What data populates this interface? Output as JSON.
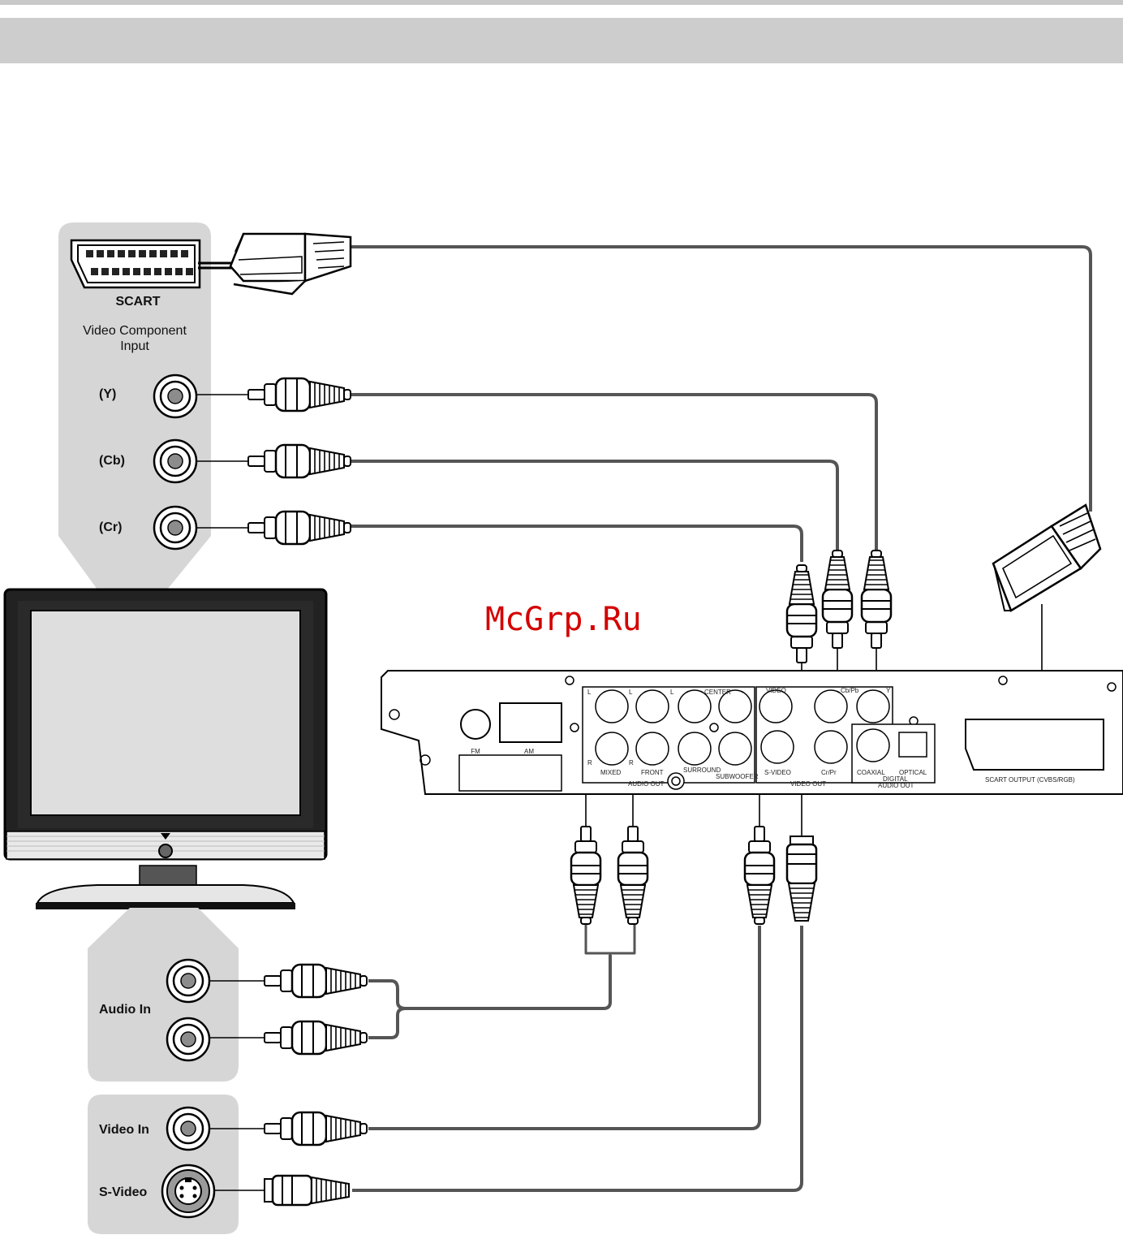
{
  "watermark": "McGrp.Ru",
  "tv_panel": {
    "scart_label": "SCART",
    "component_title_line1": "Video Component",
    "component_title_line2": "Input",
    "y_label": "(Y)",
    "cb_label": "(Cb)",
    "cr_label": "(Cr)"
  },
  "audio_panel": {
    "label": "Audio In"
  },
  "video_panel": {
    "video_in_label": "Video In",
    "svideo_label": "S-Video"
  },
  "player": {
    "fm": "FM",
    "am": "AM",
    "audio_out_top_l1": "L",
    "audio_out_top_l2": "L",
    "audio_out_top_l3": "L",
    "center": "CENTER",
    "r_left": "R",
    "r_mid": "R",
    "mixed": "MIXED",
    "front": "FRONT",
    "surround": "SURROUND",
    "subwoofer": "SUBWOOFER",
    "audio_out": "AUDIO OUT",
    "video": "VIDEO",
    "cbpb": "Cb/Pb",
    "y": "Y",
    "svideo": "S-VIDEO",
    "crpr": "Cr/Pr",
    "video_out": "VIDEO OUT",
    "coaxial": "COAXIAL",
    "optical": "OPTICAL",
    "digital": "DIGITAL",
    "digital_audio_out": "AUDIO OUT",
    "scart_output": "SCART  OUTPUT  (CVBS/RGB)"
  }
}
